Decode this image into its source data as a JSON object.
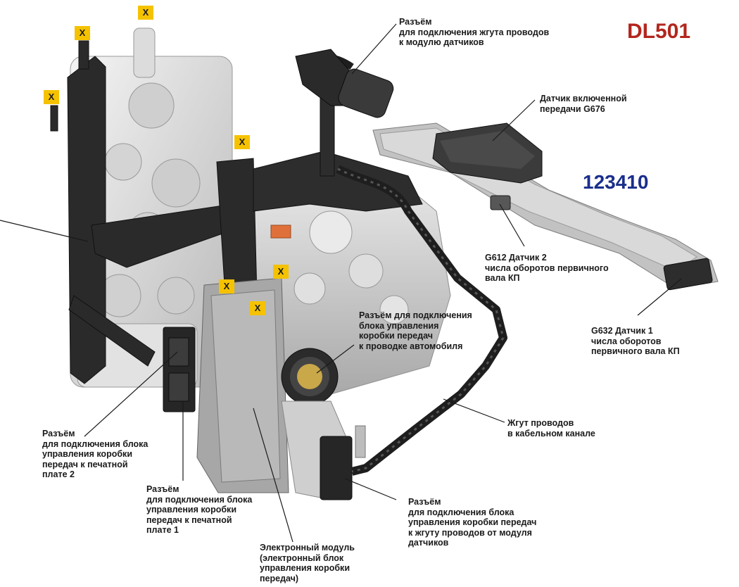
{
  "brand": {
    "model": "DL501",
    "part_number": "123410"
  },
  "colors": {
    "model": "#b3261e",
    "part_number": "#1a2e8c",
    "marker": "#f5c200"
  },
  "marker_text": "X",
  "labels": {
    "connector_sensor_harness": "Разъём\nдля подключения жгута проводов\nк модулю датчиков",
    "gear_sensor": "Датчик включенной\nпередачи G676",
    "g612": "G612 Датчик 2\nчисла оборотов первичного\nвала КП",
    "g632": "G632 Датчик 1\nчисла оборотов\nпервичного вала КП",
    "vehicle_connector": "Разъём для подключения\nблока управления\nкоробки передач\nк проводке автомобиля",
    "harness_channel": "Жгут проводов\nв кабельном канале",
    "pcb2_connector": "Разъём\nдля подключения блока\nуправления коробки\nпередач к печатной\nплате 2",
    "pcb1_connector": "Разъём\nдля подключения блока\nуправления коробки\nпередач к печатной\nплате 1",
    "sensor_module_connector": "Разъём\nдля подключения блока\nуправления коробки передач\nк жгуту проводов от модуля\nдатчиков",
    "electronic_module": "Электронный модуль\n(электронный блок\nуправления коробки\nпередач)"
  }
}
